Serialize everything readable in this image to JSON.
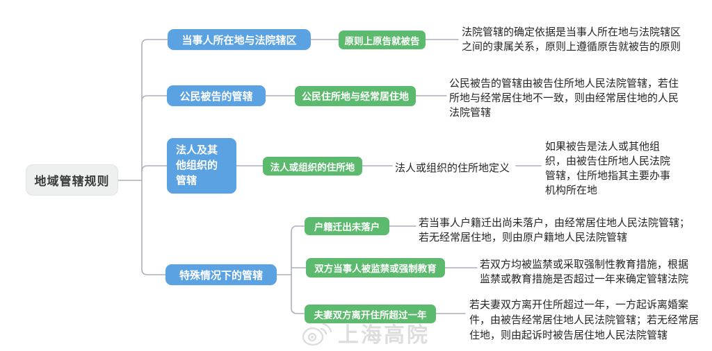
{
  "root": {
    "label": "地域管辖规则"
  },
  "branches": [
    {
      "label": "当事人所在地与法院辖区",
      "leaf": "原则上原告就被告",
      "desc": "法院管辖的确定依据是当事人所在地与法院辖区之间的隶属关系，原则上遵循原告就被告的原则"
    },
    {
      "label": "公民被告的管辖",
      "leaf": "公民住所地与经常居住地",
      "desc": "公民被告的管辖由被告住所地人民法院管辖，若住所地与经常居住地不一致，则由经常居住地的人民法院管辖"
    },
    {
      "label": "法人及其他组织的管辖",
      "leaf": "法人或组织的住所地",
      "mid_label": "法人或组织的住所地定义",
      "desc": "如果被告是法人或其他组织，由被告住所地人民法院管辖，住所地指其主要办事机构所在地"
    },
    {
      "label": "特殊情况下的管辖",
      "children": [
        {
          "leaf": "户籍迁出未落户",
          "desc": "若当事人户籍迁出尚未落户，由经常居住地人民法院管辖；若无经常居住地，则由原户籍地人民法院管辖"
        },
        {
          "leaf": "双方当事人被监禁或强制教育",
          "desc": "若双方均被监禁或采取强制性教育措施，根据监禁或教育措施是否超过一年来确定管辖法院"
        },
        {
          "leaf": "夫妻双方离开住所超过一年",
          "desc": "若夫妻双方离开住所超过一年，一方起诉离婚案件，由被告经常居住地人民法院管辖；若无经常居住地，则由起诉时被告居住地人民法院管辖"
        }
      ]
    }
  ],
  "watermark": {
    "text": "上海高院"
  },
  "colors": {
    "branch_blue": "#5ba2e3",
    "leaf_green": "#5cba6e",
    "root_gray": "#eef0ef",
    "connector": "#acafbd",
    "watermark_gray": "#c9c9c9"
  }
}
